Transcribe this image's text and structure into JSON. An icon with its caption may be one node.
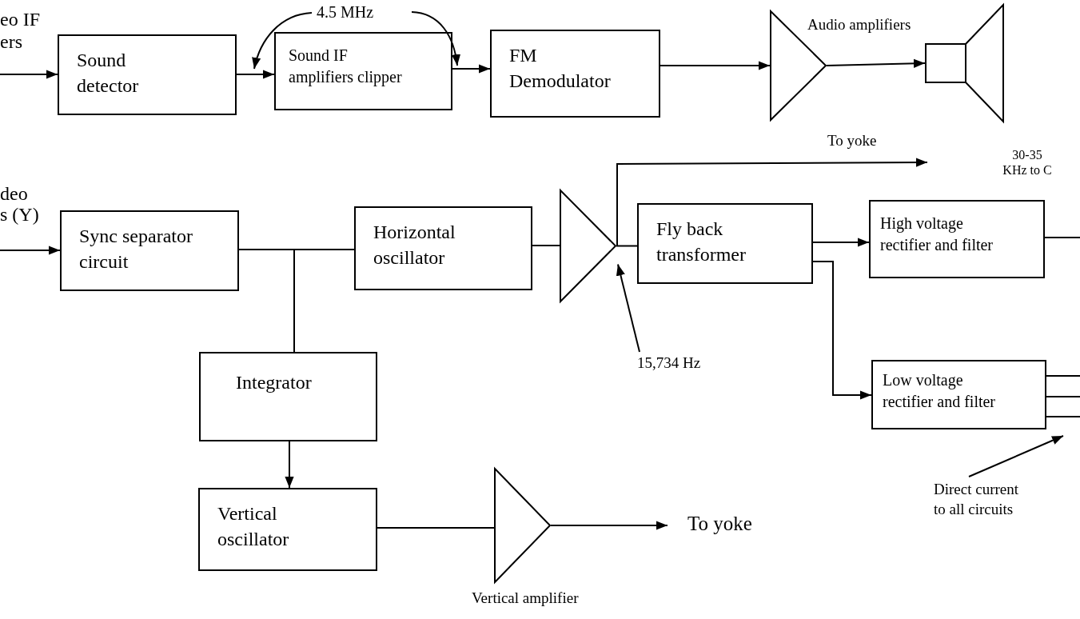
{
  "diagram": {
    "nodes": [
      {
        "text": [
          "Sound detector"
        ]
      },
      {
        "text": [
          "Sound IF amplifiers clipper"
        ]
      },
      {
        "text": [
          "FM Demodulator"
        ]
      },
      {
        "text": [],
        "shape": "triangle"
      },
      {
        "text": [],
        "shape": "speaker"
      },
      {
        "text": [
          "Sync separator circuit"
        ]
      },
      {
        "text": [
          "Horizontal oscillator"
        ]
      },
      {
        "text": [
          "Integrator"
        ]
      },
      {
        "text": [
          "Vertical oscillator"
        ]
      },
      {
        "text": [],
        "shape": "triangle"
      },
      {
        "text": [
          "Fly back transformer"
        ]
      },
      {
        "text": [
          "High voltage rectifier and filter"
        ]
      },
      {
        "text": [
          "Low voltage rectifier and filter"
        ]
      },
      {
        "text": [],
        "shape": "triangle",
        "beside": [
          "Vertical amplifier"
        ]
      },
      {
        "text": [
          "15,734 Hz"
        ]
      },
      {
        "text": [
          "Direct current to all circuits"
        ]
      }
    ],
    "edges": [
      {
        "from": null,
        "to": 0,
        "arrow": "to"
      },
      {
        "from": 0,
        "to": 1,
        "arrow": "to"
      },
      {
        "from": 1,
        "to": 2,
        "arrow": "to"
      },
      {
        "from": 2,
        "to": 3,
        "arrow": "to"
      },
      {
        "from": 3,
        "to": 4,
        "arrow": "to"
      },
      {
        "from": null,
        "to": 5,
        "arrow": "to"
      },
      {
        "from": 5,
        "to": 6,
        "arrow": "none"
      },
      {
        "from": 5,
        "to": 7,
        "arrow": "none"
      },
      {
        "from": 6,
        "to": 9,
        "arrow": "none"
      },
      {
        "from": 9,
        "to": 10,
        "arrow": "none"
      },
      {
        "from": 9,
        "to": null,
        "arrow": "to"
      },
      {
        "from": 10,
        "to": 11,
        "arrow": "to"
      },
      {
        "from": 10,
        "to": 12,
        "arrow": "to"
      },
      {
        "from": 11,
        "to": null,
        "arrow": "none"
      },
      {
        "from": 12,
        "to": null,
        "arrow": "none"
      },
      {
        "from": 12,
        "to": null,
        "arrow": "none"
      },
      {
        "from": 12,
        "to": null,
        "arrow": "none"
      },
      {
        "from": 7,
        "to": 8,
        "arrow": "to"
      },
      {
        "from": 8,
        "to": 13,
        "arrow": "none"
      },
      {
        "from": 13,
        "to": null,
        "arrow": "to"
      },
      {
        "from": 14,
        "to": 9,
        "arrow": "to"
      },
      {
        "from": 15,
        "to": 12,
        "arrow": "to"
      }
    ],
    "labels": [
      "eo IF",
      "ers",
      "4.5 MHz",
      "Audio amplifiers",
      "To yoke",
      "30-35 KHz to C",
      "deo",
      "s (Y)",
      "To yoke"
    ]
  }
}
